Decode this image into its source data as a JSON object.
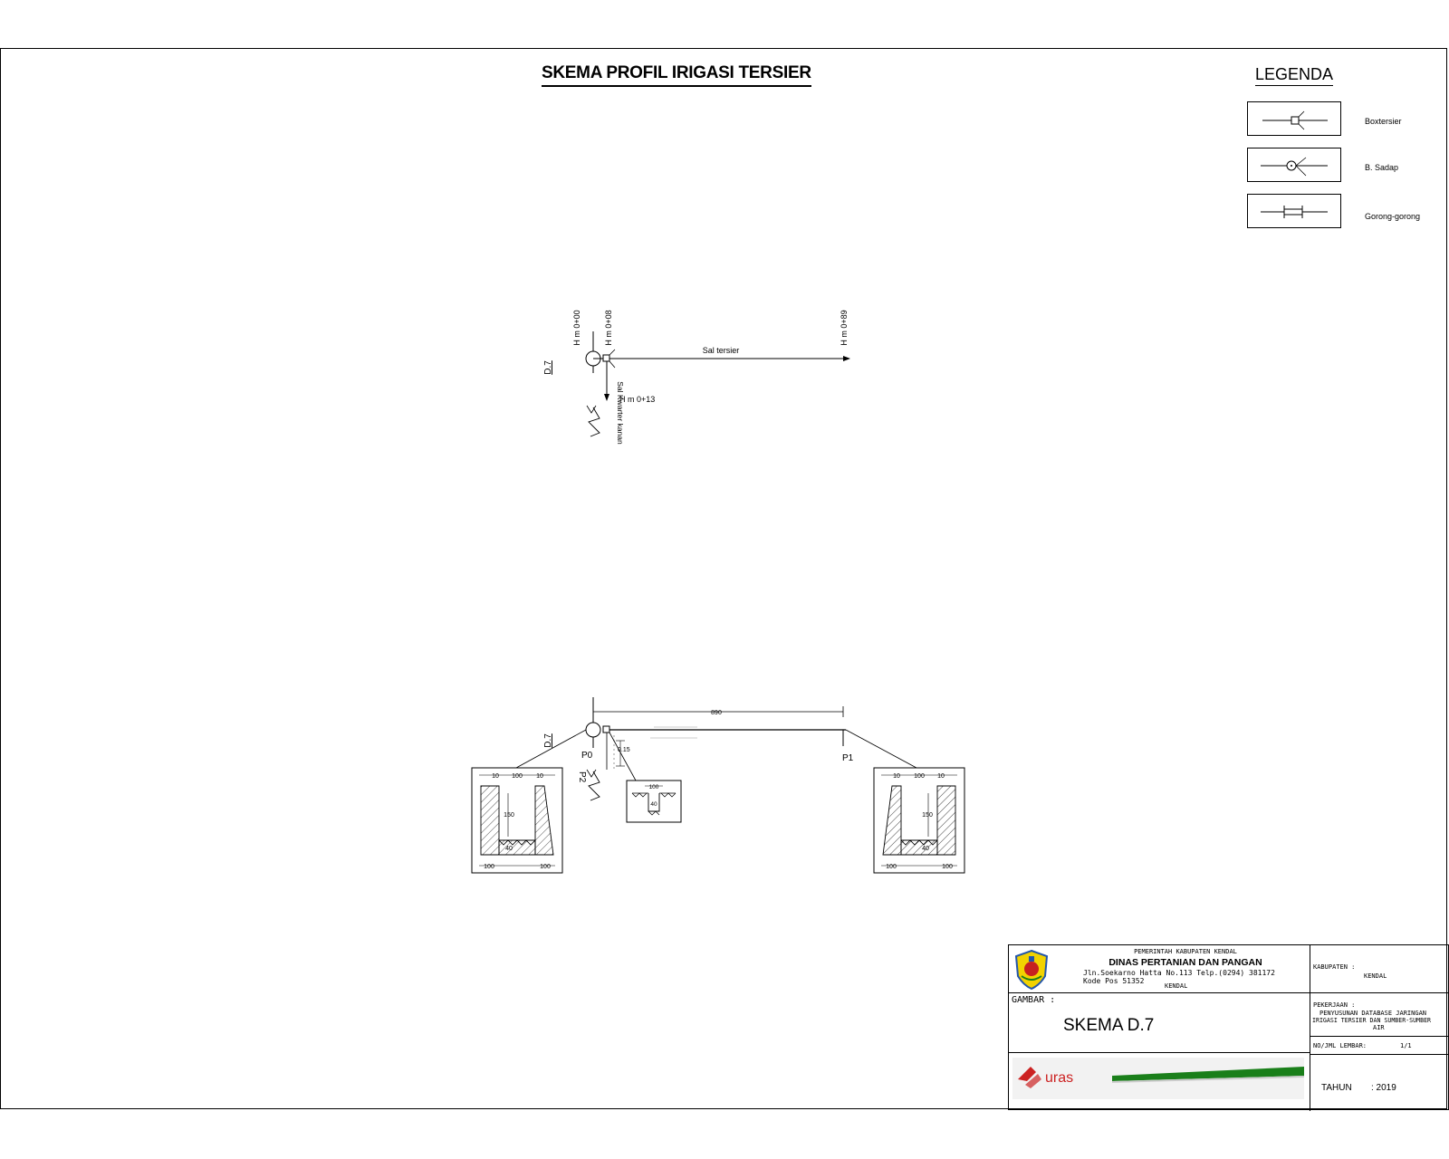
{
  "title": "SKEMA PROFIL IRIGASI TERSIER",
  "legend": {
    "title": "LEGENDA",
    "items": [
      {
        "label": "Boxtersier",
        "symbol": "box-tersier-icon"
      },
      {
        "label": "B. Sadap",
        "symbol": "bangunan-sadap-icon"
      },
      {
        "label": "Gorong-gorong",
        "symbol": "culvert-icon"
      }
    ]
  },
  "scheme": {
    "station_labels": [
      "H m 0+00",
      "H m 0+08",
      "H m 0+89"
    ],
    "node_label": "D.7",
    "channel_label": "Sal tersier",
    "branch_label": "Sal Kwarter kanan",
    "branch_station": "H m 0+13"
  },
  "profile": {
    "node_label": "D.7",
    "points": [
      "P0",
      "P1",
      "P2"
    ],
    "length_label": "890",
    "section_dims": {
      "wall": "10",
      "inner_width": "100",
      "height": "150",
      "bottom": "40",
      "base_side": "100",
      "small_width": "100",
      "small_depth": "40",
      "branch_dim": "0.15"
    }
  },
  "title_block": {
    "org_gov": "PEMERINTAH KABUPATEN KENDAL",
    "org_name": "DINAS PERTANIAN DAN PANGAN",
    "address": "Jln.Soekarno Hatta No.113 Telp.(0294) 381172",
    "postal": "Kode Pos 51352",
    "city": "KENDAL",
    "gambar_label": "GAMBAR :",
    "gambar_value": "SKEMA D.7",
    "kabupaten_label": "KABUPATEN :",
    "kabupaten_value": "KENDAL",
    "pekerjaan_label": "PEKERJAAN :",
    "pekerjaan_value_1": "PENYUSUNAN DATABASE JARINGAN",
    "pekerjaan_value_2": "IRIGASI TERSIER DAN SUMBER-SUMBER",
    "pekerjaan_value_3": "AIR",
    "sheet_label": "NO/JML LEMBAR:",
    "sheet_value": "1/1",
    "tahun_label": "TAHUN",
    "tahun_value": ": 2019",
    "consultant_logo_text": "uras"
  },
  "colors": {
    "logo_green": "#1a7f1a",
    "logo_red": "#cc2222",
    "emblem_yellow": "#f2d200",
    "emblem_red": "#c62020",
    "emblem_blue": "#2255aa"
  }
}
